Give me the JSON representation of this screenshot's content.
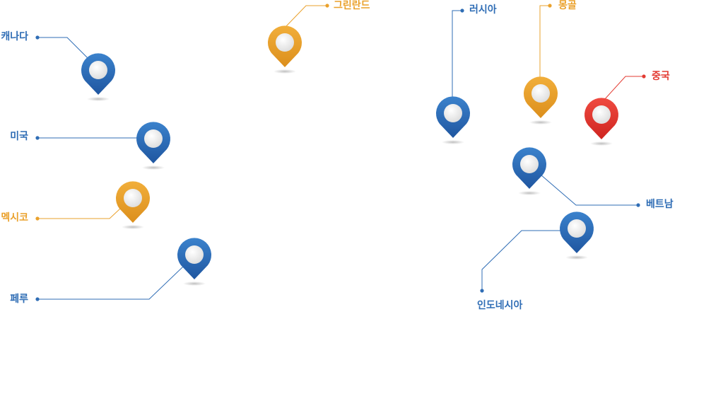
{
  "colors": {
    "blue": "#2f6db5",
    "orange": "#eaa12c",
    "red": "#e33b32"
  },
  "markers": [
    {
      "id": "canada",
      "label": "캐나다",
      "color": "blue",
      "icon": "map-pin-icon"
    },
    {
      "id": "usa",
      "label": "미국",
      "color": "blue",
      "icon": "map-pin-icon"
    },
    {
      "id": "mexico",
      "label": "멕시코",
      "color": "orange",
      "icon": "map-pin-icon"
    },
    {
      "id": "peru",
      "label": "페루",
      "color": "blue",
      "icon": "map-pin-icon"
    },
    {
      "id": "greenland",
      "label": "그린란드",
      "color": "orange",
      "icon": "map-pin-icon"
    },
    {
      "id": "russia",
      "label": "러시아",
      "color": "blue",
      "icon": "map-pin-icon"
    },
    {
      "id": "mongolia",
      "label": "몽골",
      "color": "orange",
      "icon": "map-pin-icon"
    },
    {
      "id": "china",
      "label": "중국",
      "color": "red",
      "icon": "map-pin-icon"
    },
    {
      "id": "vietnam",
      "label": "베트남",
      "color": "blue",
      "icon": "map-pin-icon"
    },
    {
      "id": "indonesia",
      "label": "인도네시아",
      "color": "blue",
      "icon": "map-pin-icon"
    }
  ]
}
